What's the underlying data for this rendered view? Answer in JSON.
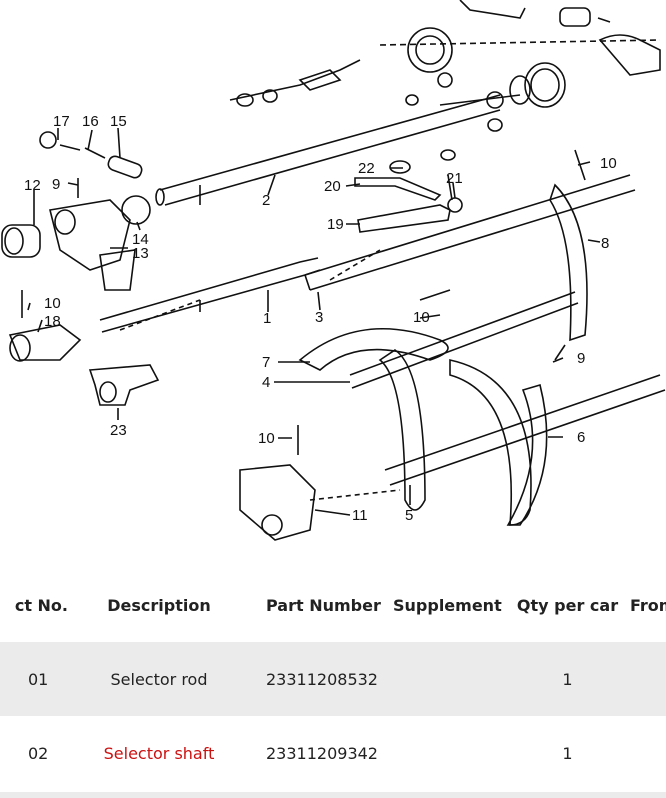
{
  "diagram": {
    "callouts": [
      "17",
      "16",
      "15",
      "12",
      "9",
      "14",
      "13",
      "2",
      "22",
      "20",
      "21",
      "19",
      "10",
      "8",
      "3",
      "1",
      "10",
      "18",
      "10",
      "7",
      "4",
      "9",
      "23",
      "10",
      "6",
      "11",
      "5"
    ]
  },
  "table": {
    "headers": {
      "item_no": "ct No.",
      "description": "Description",
      "part_number": "Part Number",
      "supplement": "Supplement",
      "qty": "Qty per car",
      "from": "From"
    },
    "rows": [
      {
        "item_no": "01",
        "description": "Selector rod",
        "part_number": "23311208532",
        "supplement": "",
        "qty": "1"
      },
      {
        "item_no": "02",
        "description": "Selector shaft",
        "part_number": "23311209342",
        "supplement": "",
        "qty": "1"
      }
    ],
    "link_color": "#cc1111",
    "alt_row_color": "#ebebeb"
  }
}
